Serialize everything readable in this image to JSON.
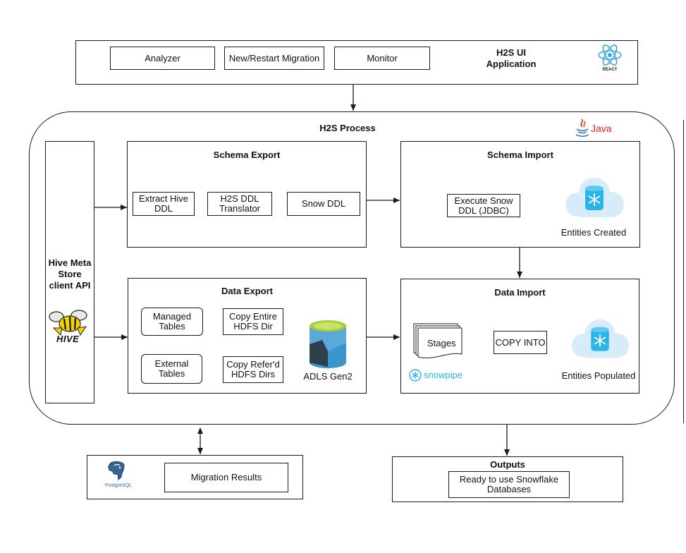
{
  "ui_app": {
    "buttons": [
      "Analyzer",
      "New/Restart Migration",
      "Monitor"
    ],
    "title": "H2S UI\nApplication",
    "react_label": "REACT"
  },
  "process": {
    "title": "H2S Process",
    "java_label": "Java"
  },
  "hive": {
    "label": "Hive Meta\nStore\nclient API",
    "logo_text": "HIVE"
  },
  "schema_export": {
    "title": "Schema Export",
    "steps": [
      "Extract Hive\nDDL",
      "H2S DDL\nTranslator",
      "Snow DDL"
    ]
  },
  "schema_import": {
    "title": "Schema Import",
    "step": "Execute Snow\nDDL (JDBC)",
    "result": "Entities Created"
  },
  "data_export": {
    "title": "Data Export",
    "sources": [
      "Managed\nTables",
      "External\nTables"
    ],
    "copies": [
      "Copy Entire\nHDFS Dir",
      "Copy Refer'd\nHDFS Dirs"
    ],
    "storage": "ADLS Gen2"
  },
  "data_import": {
    "title": "Data Import",
    "stages": "Stages",
    "snowpipe": "snowpipe",
    "copy": "COPY INTO",
    "result": "Entities Populated"
  },
  "results": {
    "label": "Migration Results",
    "postgres_label": "PostgreSQL"
  },
  "outputs": {
    "title": "Outputs",
    "label": "Ready to use Snowflake\nDatabases"
  },
  "colors": {
    "line": "#1a1a1a",
    "snowflake_blue": "#29b5e8",
    "cloud": "#d7ecf8",
    "java_red": "#e2231a",
    "react_blue": "#3aa8d8",
    "adls_blue": "#3a96cd",
    "adls_green": "#a6cf39",
    "hive_yellow": "#f4d400",
    "postgres_blue": "#336791"
  }
}
